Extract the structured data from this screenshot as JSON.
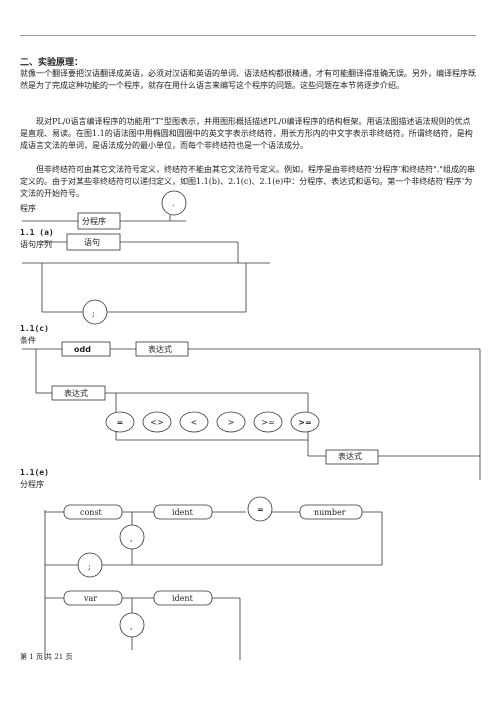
{
  "heading": "二、实验原理：",
  "paragraphs": [
    "就像一个翻译要把汉语翻译成英语，必须对汉语和英语的单词、语法结构都很精通，才有可能翻译得准确无误。另外，编译程序既然是为了完成这种功能的一个程序，就存在用什么语言来编写这个程序的问题。这些问题在本节将逐步介绍。",
    "现对PL/0语言编译程序的功能用“T”型图表示，并用图形概括描述PL/0编译程序的结构框架。用语法图描述语法规则的优点是直观、易读。在图1.1的语法图中用椭圆和圆圈中的英文字表示终结符，用长方形内的中文字表示非终结符。所谓终结符，是构成语言文法的单词，是语法成分的最小单位，而每个非终结符也是一个语法成分。",
    "但非终结符可由其它文法符号定义，终结符不能由其它文法符号定义。例如，程序是由非终结符‘分程序’和终结符\".\"组成的串定义的。由于对某些非终结符可以递归定义，如图1.1(b)、2.1(c)、2.1(e)中：分程序、表达式和语句。第一个非终结符‘程序’为文法的开始符号。"
  ],
  "diagrams": {
    "program": {
      "title": "程序",
      "box": "分程序",
      "terminal": "."
    },
    "a": {
      "caption": "1.1 (a)",
      "title": "语句序列",
      "box": "语句",
      "terminal": ";"
    },
    "c": {
      "caption": "1.1(c)",
      "title": "条件",
      "odd": "odd",
      "expr1": "表达式",
      "expr2": "表达式",
      "expr3": "表达式",
      "ops": [
        "=",
        "<>",
        "<",
        ">",
        ">=",
        ">="
      ]
    },
    "e": {
      "caption": "1.1(e)",
      "title": "分程序",
      "const": "const",
      "ident1": "ident",
      "eq": "=",
      "number": "number",
      "comma1": ",",
      "semi": ";",
      "var": "var",
      "ident2": "ident",
      "comma2": ","
    }
  },
  "footer": "第 1 页 共 21 页"
}
